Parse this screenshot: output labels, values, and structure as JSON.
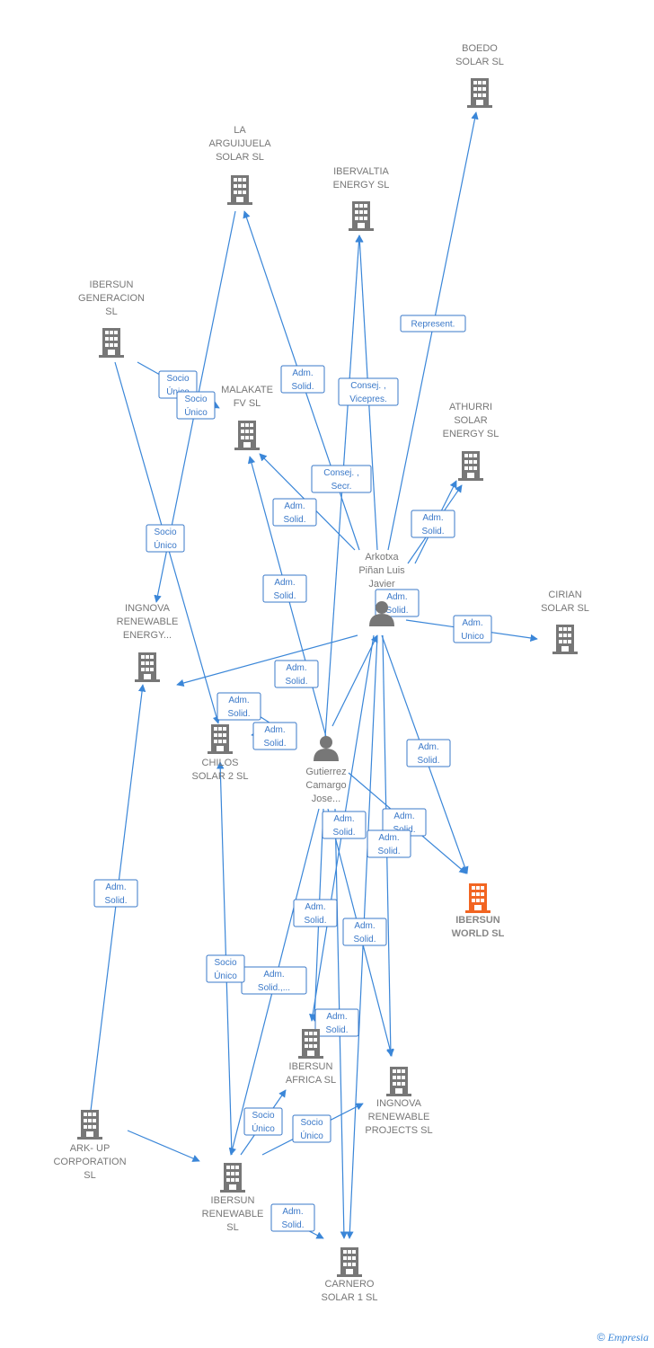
{
  "nodes": [
    {
      "id": "boedo",
      "type": "company",
      "lines": [
        "BOEDO",
        "SOLAR  SL"
      ]
    },
    {
      "id": "laarg",
      "type": "company",
      "lines": [
        "LA",
        "ARGUIJUELA",
        "SOLAR  SL"
      ]
    },
    {
      "id": "ibervaltia",
      "type": "company",
      "lines": [
        "IBERVALTIA",
        "ENERGY  SL"
      ]
    },
    {
      "id": "ibersungen",
      "type": "company",
      "lines": [
        "IBERSUN",
        "GENERACION",
        "SL"
      ]
    },
    {
      "id": "malakate",
      "type": "company",
      "lines": [
        "MALAKATE",
        "FV  SL"
      ]
    },
    {
      "id": "athurri",
      "type": "company",
      "lines": [
        "ATHURRI",
        "SOLAR",
        "ENERGY  SL"
      ]
    },
    {
      "id": "arkotxa",
      "type": "person",
      "lines": [
        "Arkotxa",
        "Piñan Luis",
        "Javier"
      ]
    },
    {
      "id": "cirian",
      "type": "company",
      "lines": [
        "CIRIAN",
        "SOLAR  SL"
      ]
    },
    {
      "id": "ingnovaenergy",
      "type": "company",
      "lines": [
        "INGNOVA",
        "RENEWABLE",
        "ENERGY..."
      ]
    },
    {
      "id": "chilos",
      "type": "company",
      "lines": [
        "CHILOS",
        "SOLAR 2  SL"
      ]
    },
    {
      "id": "gutierrez",
      "type": "person",
      "lines": [
        "Gutierrez",
        "Camargo",
        "Jose..."
      ]
    },
    {
      "id": "ibersunworld",
      "type": "focus",
      "lines": [
        "IBERSUN",
        "WORLD  SL"
      ]
    },
    {
      "id": "ibersunafrica",
      "type": "company",
      "lines": [
        "IBERSUN",
        "AFRICA  SL"
      ]
    },
    {
      "id": "ingnovaprojects",
      "type": "company",
      "lines": [
        "INGNOVA",
        "RENEWABLE",
        "PROJECTS  SL"
      ]
    },
    {
      "id": "arkup",
      "type": "company",
      "lines": [
        "ARK- UP",
        "CORPORATION",
        "SL"
      ]
    },
    {
      "id": "ibersunren",
      "type": "company",
      "lines": [
        "IBERSUN",
        "RENEWABLE",
        "SL"
      ]
    },
    {
      "id": "carnero",
      "type": "company",
      "lines": [
        "CARNERO",
        "SOLAR 1  SL"
      ]
    }
  ],
  "relations": [
    {
      "label": [
        "Represent."
      ]
    },
    {
      "label": [
        "Adm.",
        "Solid."
      ]
    },
    {
      "label": [
        "Consej. ,",
        "Vicepres."
      ]
    },
    {
      "label": [
        "Consej. ,",
        "Secr."
      ]
    },
    {
      "label": [
        "Adm.",
        "Solid."
      ]
    },
    {
      "label": [
        "Adm.",
        "Solid."
      ]
    },
    {
      "label": [
        "Adm.",
        "Solid."
      ]
    },
    {
      "label": [
        "Adm.",
        "Unico"
      ]
    },
    {
      "label": [
        "Adm.",
        "Solid."
      ]
    },
    {
      "label": [
        "Adm.",
        "Solid."
      ]
    },
    {
      "label": [
        "Adm.",
        "Solid."
      ]
    },
    {
      "label": [
        "Adm.",
        "Solid."
      ]
    },
    {
      "label": [
        "Adm.",
        "Solid."
      ]
    },
    {
      "label": [
        "Adm.",
        "Solid."
      ]
    },
    {
      "label": [
        "Adm.",
        "Solid."
      ]
    },
    {
      "label": [
        "Adm.",
        "Solid."
      ]
    },
    {
      "label": [
        "Adm.",
        "Solid."
      ]
    },
    {
      "label": [
        "Adm.",
        "Solid."
      ]
    },
    {
      "label": [
        "Adm.",
        "Solid.,..."
      ]
    },
    {
      "label": [
        "Adm.",
        "Solid."
      ]
    },
    {
      "label": [
        "Socio",
        "Único"
      ]
    },
    {
      "label": [
        "Socio",
        "Único"
      ]
    },
    {
      "label": [
        "Socio",
        "Único"
      ]
    },
    {
      "label": [
        "Socio",
        "Único"
      ]
    },
    {
      "label": [
        "Socio",
        "Único"
      ]
    },
    {
      "label": [
        "Socio",
        "Único"
      ]
    },
    {
      "label": [
        "Adm.",
        "Solid."
      ]
    },
    {
      "label": [
        "Adm.",
        "Solid."
      ]
    }
  ],
  "colors": {
    "edge": "#3a86d8",
    "node": "#777777",
    "focus": "#f26522",
    "label_text": "#3a78c8"
  },
  "footer": {
    "copyright": "©",
    "brand": "Empresia"
  }
}
